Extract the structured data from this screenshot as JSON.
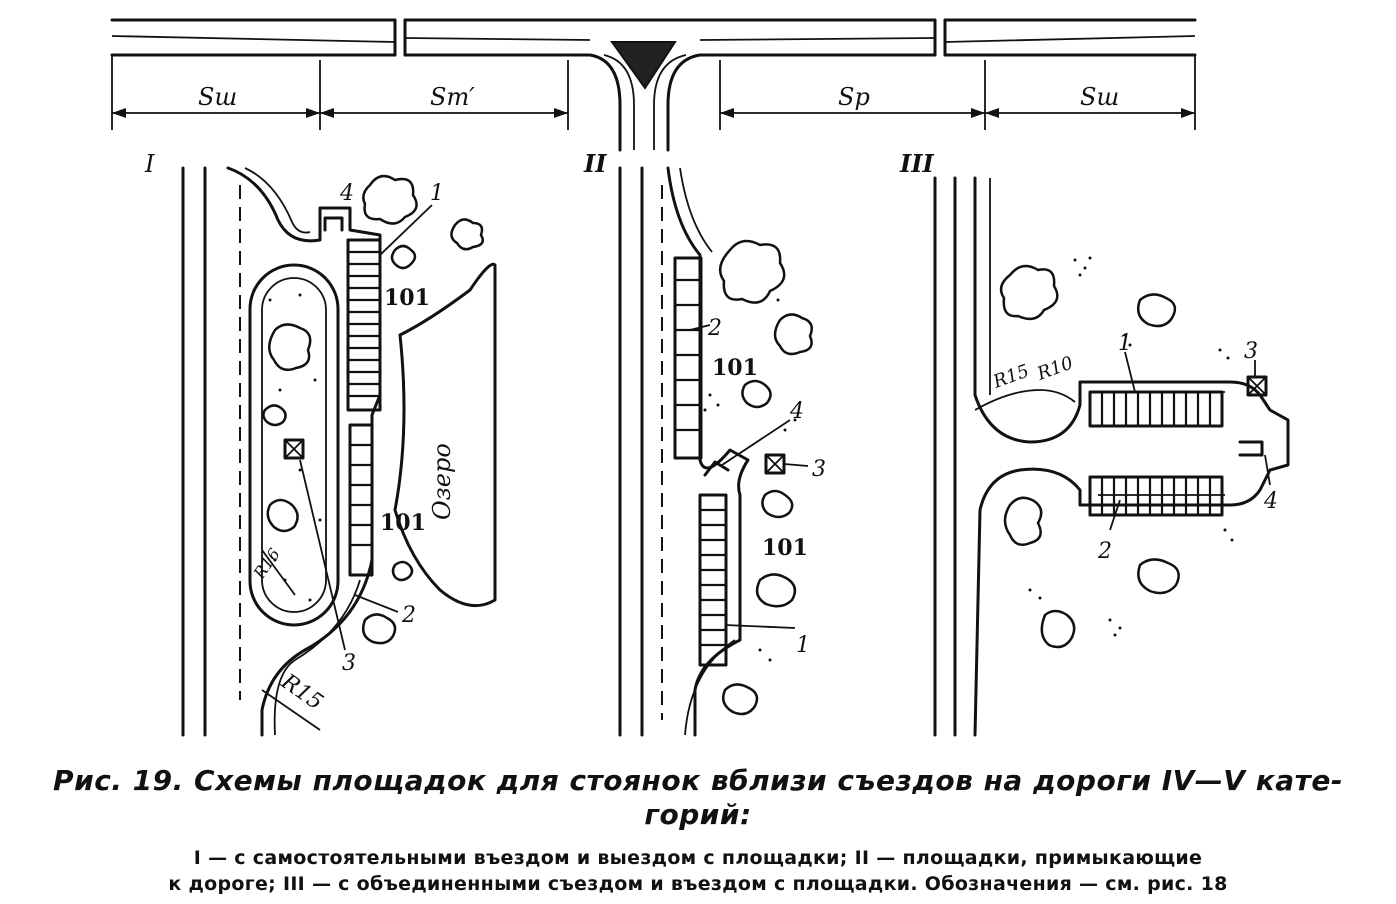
{
  "diagram": {
    "top_labels": {
      "s_sh_left": "Sш",
      "s_t": "Sт′",
      "s_p": "Sр",
      "s_sh_right": "Sш"
    },
    "scheme_labels": {
      "I": "I",
      "II": "II",
      "III": "III"
    },
    "lake_label": "Озеро",
    "marker_101": "101",
    "radius_labels": {
      "r15_I": "R15",
      "r16_I": "R16",
      "r15_III": "R15",
      "r10_III": "R10"
    },
    "callouts": {
      "one": "1",
      "two": "2",
      "three": "3",
      "four": "4"
    }
  },
  "caption": {
    "title_line1": "Рис. 19. Схемы площадок для стоянок вблизи съездов на дороги IV—V кате-",
    "title_line2": "горий:",
    "desc_line1": "I — с самостоятельными въездом и выездом с площадки; II — площадки, примыкающие",
    "desc_line2": "к дороге; III — с объединенными съездом и въездом с площадки. Обозначения — см. рис. 18"
  }
}
